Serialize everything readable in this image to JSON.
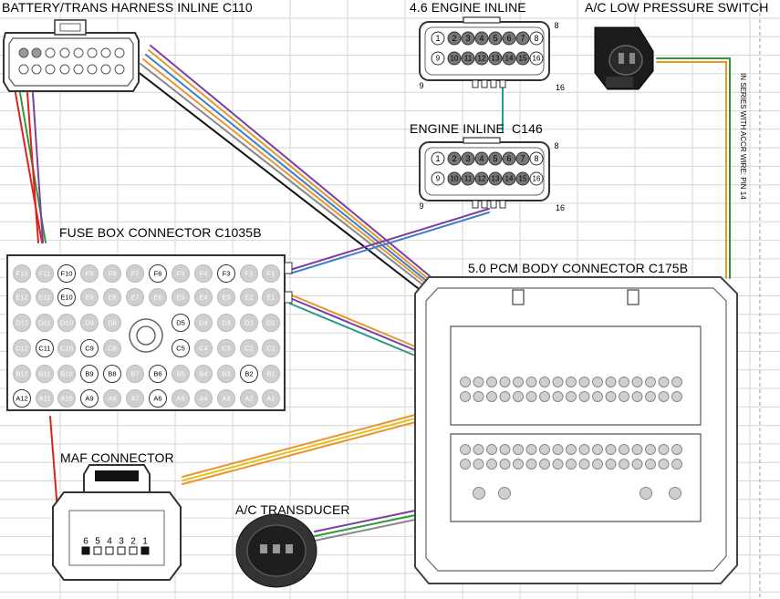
{
  "labels": {
    "battery_trans": "BATTERY/TRANS HARNESS INLINE C110",
    "engine_46": "4.6 ENGINE INLINE",
    "ac_low": "A/C LOW PRESSURE SWITCH",
    "engine_c146": "ENGINE INLINE  C146",
    "fuse_box": "FUSE BOX CONNECTOR C1035B",
    "pcm": "5.0 PCM BODY CONNECTOR C175B",
    "maf": "MAF CONNECTOR",
    "ac_transducer": "A/C TRANSDUCER",
    "series_note": "IN SERIES WITH ACCR WIRE: PIN 14"
  },
  "engine_inline_pins": {
    "top_row": [
      "1",
      "2",
      "3",
      "4",
      "5",
      "6",
      "7",
      "8"
    ],
    "bottom_row": [
      "9",
      "10",
      "11",
      "12",
      "13",
      "14",
      "15",
      "16"
    ],
    "corner_top_right": "8",
    "corner_bottom_left": "9",
    "corner_bottom_right": "16"
  },
  "fuse_box_rows": [
    [
      "F12",
      "F11",
      "F10",
      "F9",
      "F8",
      "F7",
      "F6",
      "F5",
      "F4",
      "F3",
      "F2",
      "F1"
    ],
    [
      "E12",
      "E11",
      "E10",
      "E9",
      "E8",
      "E7",
      "E6",
      "E5",
      "E4",
      "E3",
      "E2",
      "E1"
    ],
    [
      "D12",
      "D11",
      "D10",
      "D9",
      "D8",
      "",
      "",
      "D5",
      "D4",
      "D3",
      "D2",
      "D1"
    ],
    [
      "C12",
      "C11",
      "C10",
      "C9",
      "C8",
      "",
      "",
      "C5",
      "C4",
      "C3",
      "C2",
      "C1"
    ],
    [
      "B12",
      "B11",
      "B10",
      "B9",
      "B8",
      "B7",
      "B6",
      "B5",
      "B4",
      "B3",
      "B2",
      "B1"
    ],
    [
      "A12",
      "A11",
      "A10",
      "A9",
      "A8",
      "A7",
      "A6",
      "A5",
      "A4",
      "A3",
      "A2",
      "A1"
    ]
  ],
  "fuse_box_highlighted": [
    "F10",
    "F6",
    "F3",
    "E10",
    "D5",
    "C11",
    "C9",
    "C5",
    "B9",
    "B8",
    "B6",
    "B2",
    "A12",
    "A9",
    "A6"
  ],
  "maf_pins": [
    "6",
    "5",
    "4",
    "3",
    "2",
    "1"
  ],
  "colors": {
    "grid_line": "#d6d6d6",
    "wire_purple": "#7b3fa0",
    "wire_blue": "#3a7fd0",
    "wire_orange": "#e8952c",
    "wire_teal": "#2a9a8a",
    "wire_black": "#111111",
    "wire_red": "#e02020",
    "wire_green": "#2e9a3a",
    "wire_yellow": "#e8c020",
    "wire_gray": "#888888",
    "pin_dark": "#555555"
  }
}
